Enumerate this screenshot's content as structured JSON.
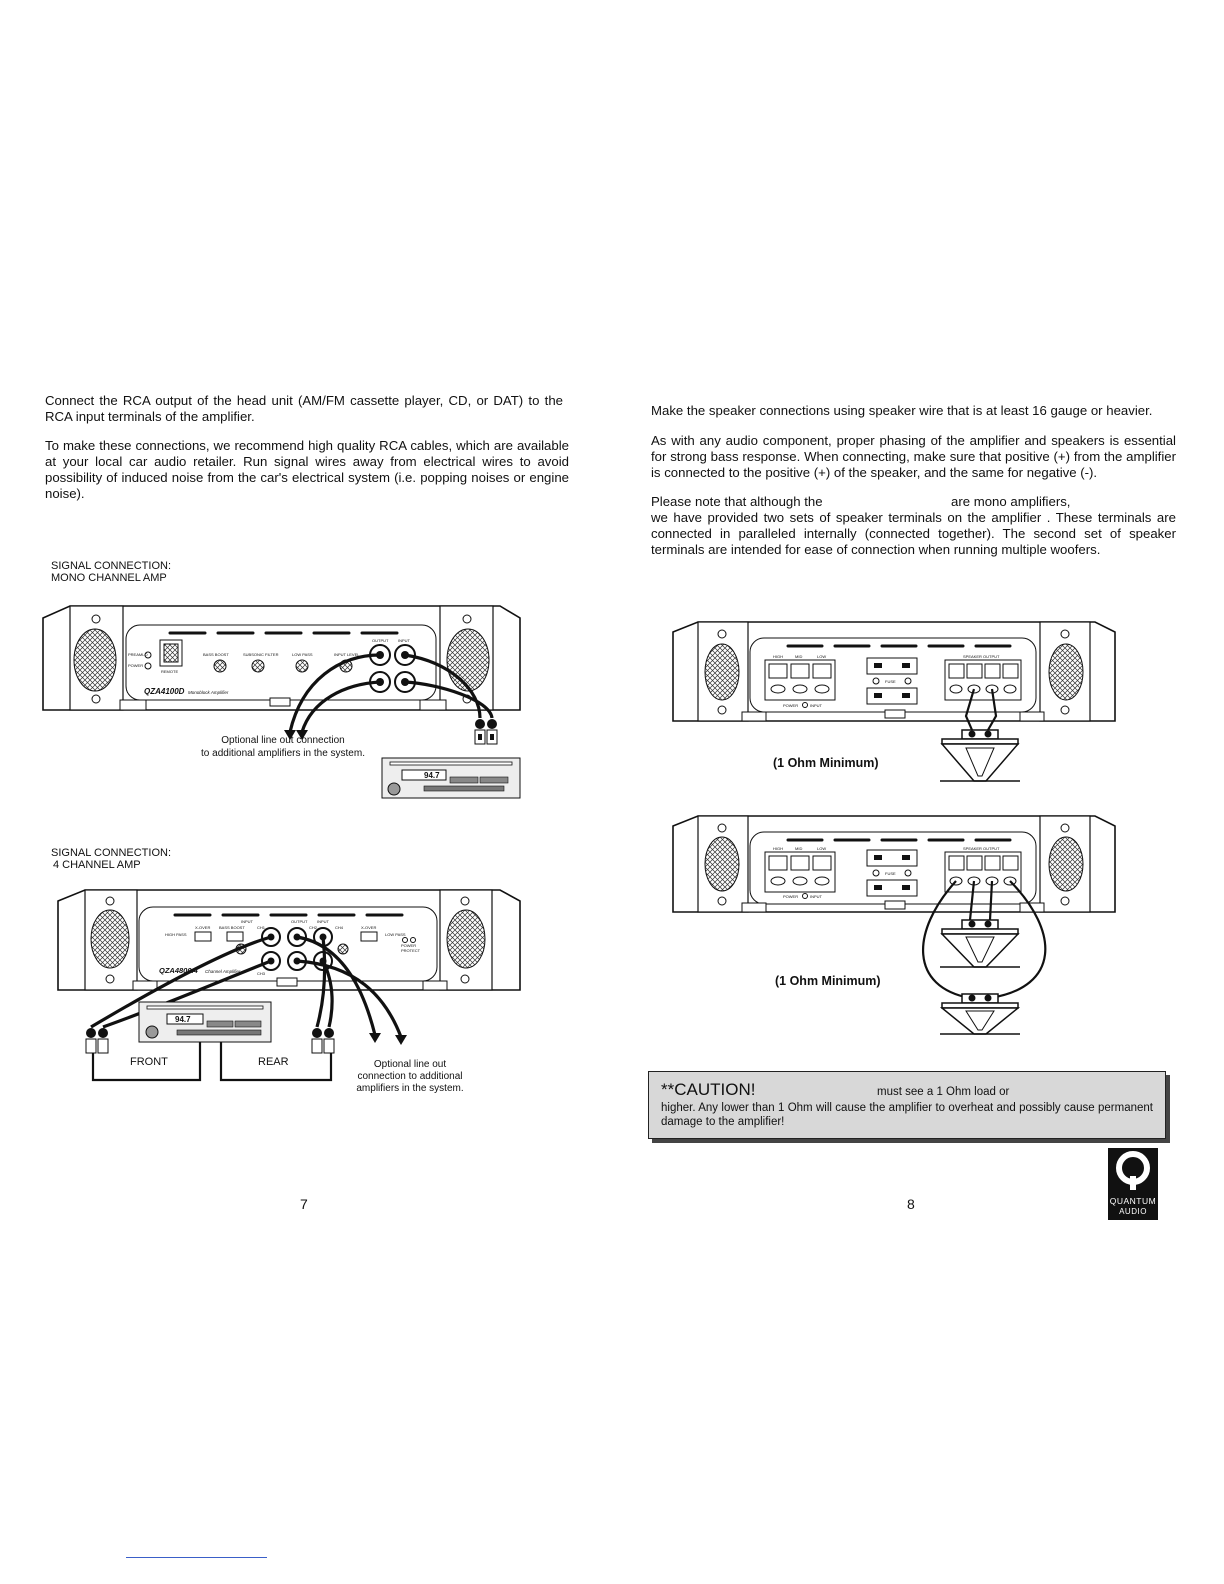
{
  "left_page": {
    "intro_1": "Connect the RCA output of the head unit (AM/FM cassette player, CD, or DAT) to the RCA input terminals of the amplifier.",
    "intro_2": "To make these connections, we recommend high quality RCA cables, which are available at your local car audio retailer. Run signal wires away from electrical wires to avoid possibility of induced noise from the car's electrical system (i.e. popping noises or engine noise).",
    "fig1": {
      "title_1": "SIGNAL CONNECTION:",
      "title_2": "MONO CHANNEL AMP",
      "model": "QZA4100D",
      "model_sub": "Monoblock Amplifier",
      "labels": [
        "PREAMLO",
        "POWER",
        "REMOTE",
        "BASS BOOST",
        "SUBSONIC FILTER",
        "LOW PASS",
        "INPUT LEVEL",
        "OUTPUT",
        "INPUT"
      ],
      "note_1": "Optional  line out connection",
      "note_2": "to additional amplifiers in the system.",
      "display": "94.7"
    },
    "fig2": {
      "title_1": "SIGNAL CONNECTION:",
      "title_2": "4 CHANNEL AMP",
      "model": "QZA4800.4",
      "model_sub": "Channel Amplifier",
      "labels": [
        "INPUT",
        "OUTPUT",
        "INPUT",
        "X-OVER",
        "BASS BOOST",
        "X-OVER",
        "HIGH PASS",
        "LOW PASS",
        "POWER",
        "PROTECT",
        "CH1",
        "CH2",
        "CH3",
        "CH4"
      ],
      "display": "94.7",
      "front": "FRONT",
      "rear": "REAR",
      "note_1": "Optional line out",
      "note_2": "connection to additional",
      "note_3": "amplifiers in the system."
    },
    "page_number": "7"
  },
  "right_page": {
    "p1": "Make the speaker connections using speaker wire that is at least 16 gauge or heavier.",
    "p2": "As with any audio component, proper phasing of the amplifier and speakers is essential for strong bass response. When connecting, make sure that positive  (+) from the amplifier is connected to the positive (+) of the speaker, and the same for negative (-).",
    "p3_a": "Please note that although the",
    "p3_b": "are  mono amplifiers,",
    "p3_rest": "we have provided two sets of speaker terminals on the amplifier . These terminals are connected in paralleled internally (connected together). The second set of speaker terminals are intended for ease of connection when running multiple woofers.",
    "fig3_caption": "(1 Ohm Minimum)",
    "fig4_caption": "(1 Ohm Minimum)",
    "amp_labels": [
      "HIGH",
      "MID",
      "LOW",
      "FUSE",
      "SPEAKER OUTPUT",
      "POWER",
      "INPUT"
    ],
    "caution": {
      "head": "**CAUTION!",
      "line1": "must see a 1 Ohm load or",
      "line2": "higher.  Any lower than 1 Ohm  will  cause  the  amplifier  to  overheat  and  possibly  cause permanent damage to the amplifier!"
    },
    "page_number": "8",
    "logo_line1": "QUANTUM",
    "logo_line2": "AUDIO"
  }
}
